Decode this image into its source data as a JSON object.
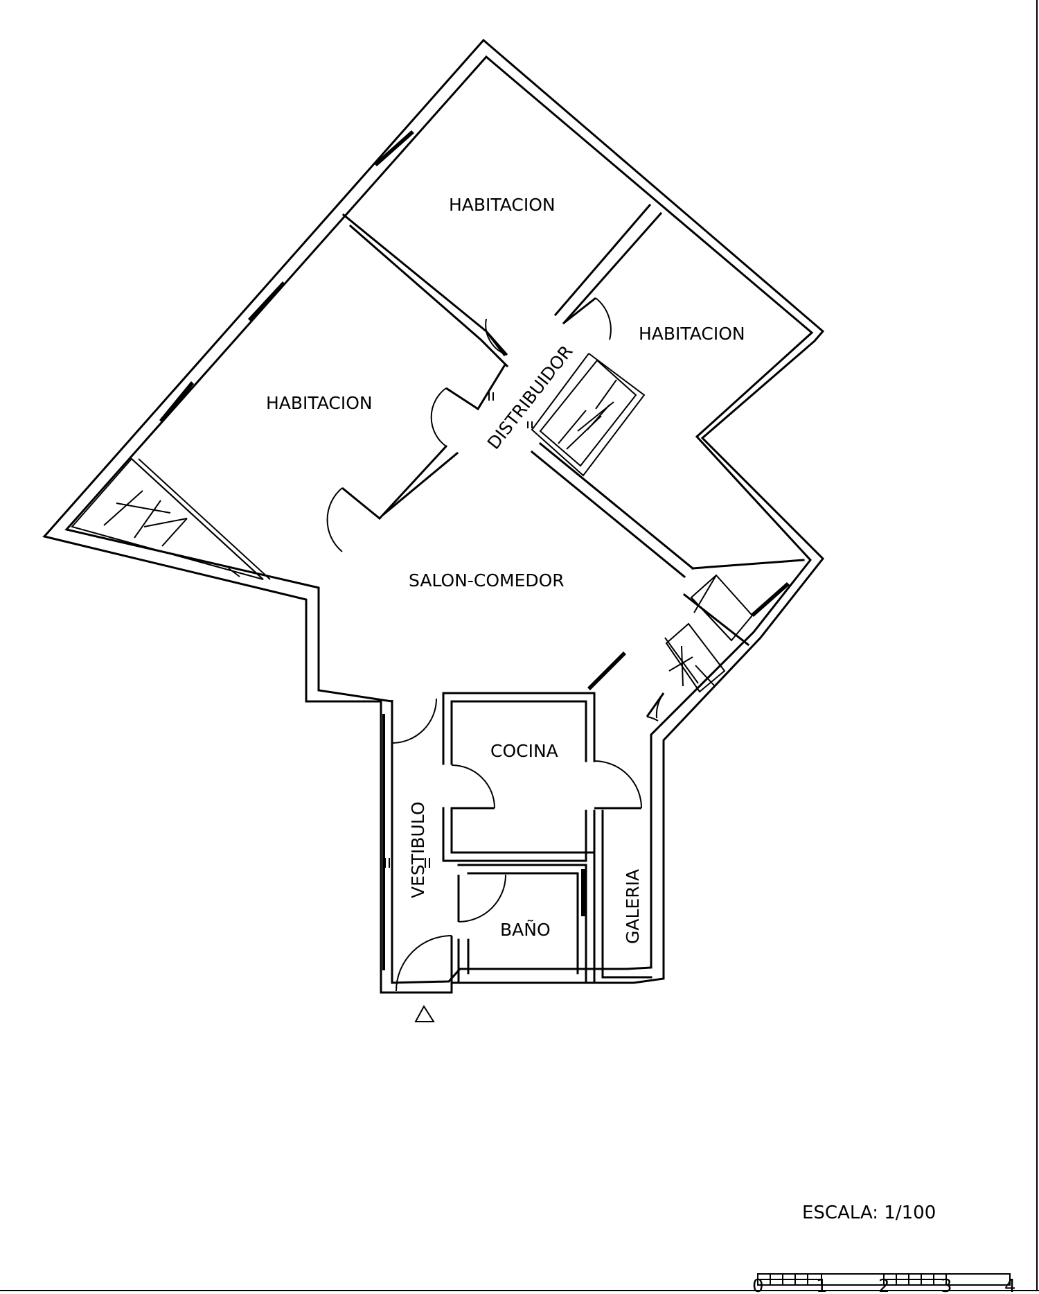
{
  "rooms": {
    "habitacion_top": "HABITACION",
    "habitacion_right": "HABITACION",
    "habitacion_left": "HABITACION",
    "distribuidor": "DISTRIBUIDOR",
    "salon_comedor": "SALON-COMEDOR",
    "cocina": "COCINA",
    "vestibulo": "VESTIBULO",
    "bano": "BAÑO",
    "galeria": "GALERIA"
  },
  "scale": {
    "label": "ESCALA:  1/100",
    "ticks": [
      "0",
      "1",
      "2",
      "3",
      "4"
    ]
  },
  "colors": {
    "ink": "#000000",
    "paper": "#ffffff"
  },
  "icons": {
    "entrance": "triangle-icon"
  }
}
